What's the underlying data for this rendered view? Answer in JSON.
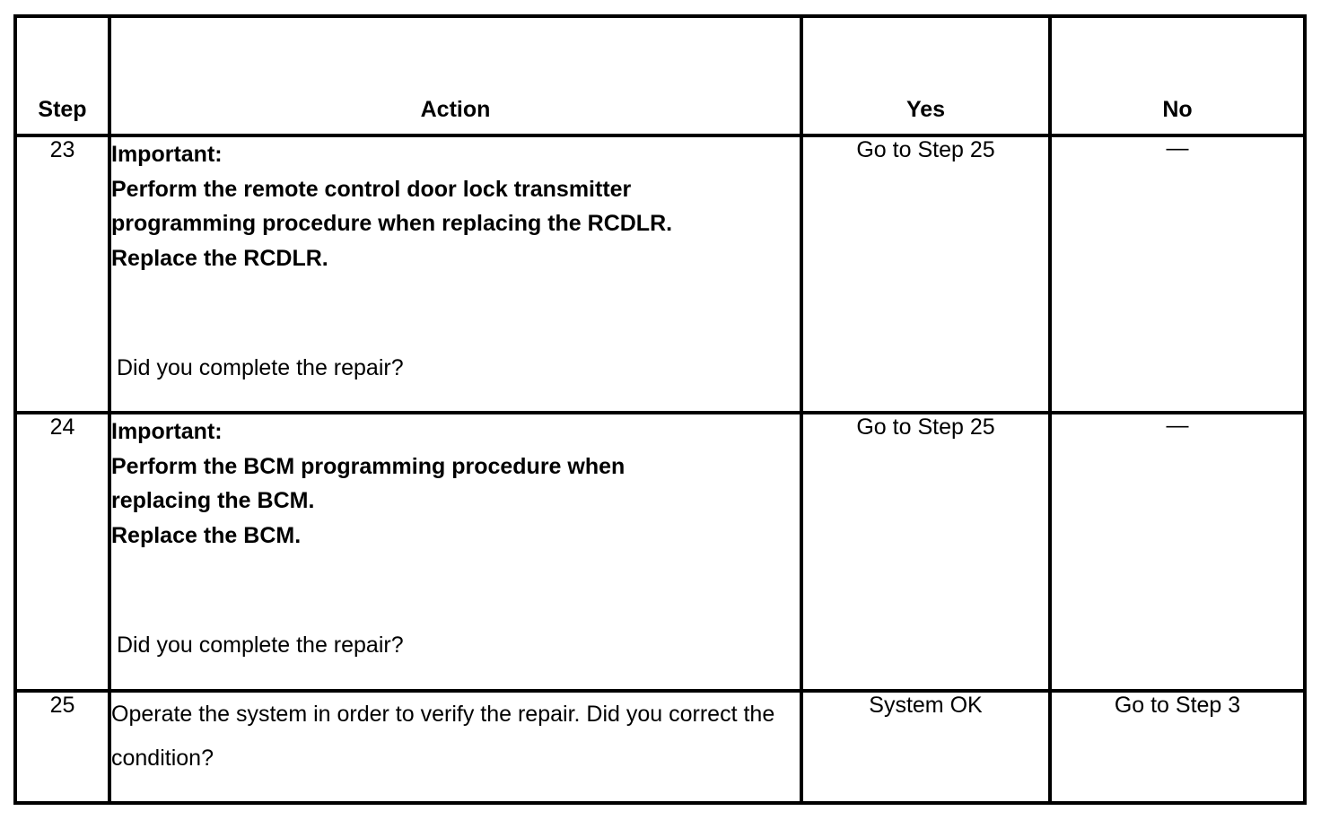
{
  "table": {
    "columns": [
      {
        "key": "step",
        "label": "Step"
      },
      {
        "key": "action",
        "label": "Action"
      },
      {
        "key": "yes",
        "label": "Yes"
      },
      {
        "key": "no",
        "label": "No"
      }
    ],
    "rows": [
      {
        "step": "23",
        "action_bold": "Important:\nPerform the remote control door lock transmitter\nprogramming procedure when replacing the RCDLR.\nReplace the RCDLR.",
        "action_question": "Did you complete the repair?",
        "yes": "Go to Step 25",
        "no": "—"
      },
      {
        "step": "24",
        "action_bold": "Important:\nPerform the BCM programming procedure when\nreplacing the BCM.\nReplace the BCM.",
        "action_question": "Did you complete the repair?",
        "yes": "Go to Step 25",
        "no": "—"
      },
      {
        "step": "25",
        "action_bold": "",
        "action_plain": "Operate the system in order to verify the repair. Did you correct the condition?",
        "yes": "System OK",
        "no": "Go to Step 3"
      }
    ]
  },
  "colors": {
    "border": "#000000",
    "text": "#000000",
    "background": "#ffffff"
  }
}
